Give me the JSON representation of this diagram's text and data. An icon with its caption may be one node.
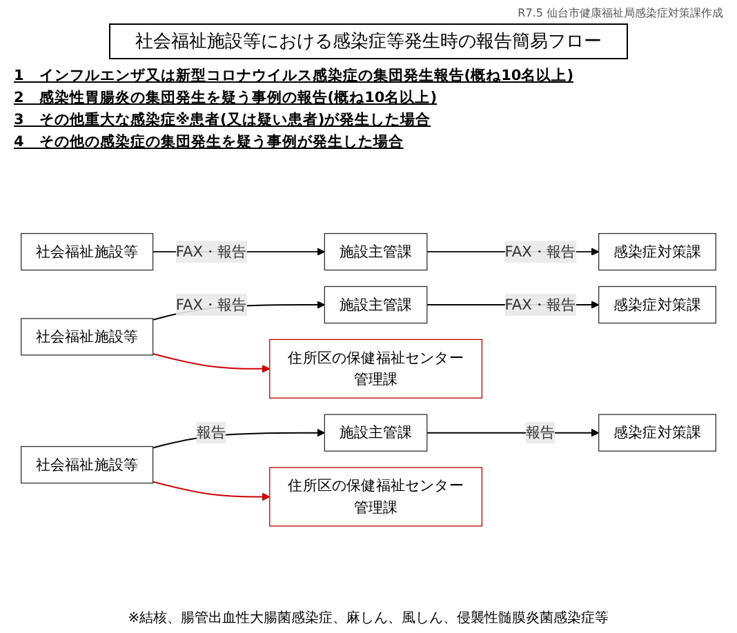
{
  "diagram": {
    "title": "社会福祉施設等における感染症等発生時の報告簡易フロー",
    "nodes": [
      {
        "text": [
          "社会福祉施設等"
        ]
      },
      {
        "text": [
          "施設主管課"
        ]
      },
      {
        "text": [
          "感染症対策課"
        ]
      },
      {
        "text": [
          "社会福祉施設等"
        ]
      },
      {
        "text": [
          "施設主管課"
        ]
      },
      {
        "text": [
          "感染症対策課"
        ]
      },
      {
        "text": [
          "住所区の保健福祉センター管理課"
        ]
      },
      {
        "text": [
          "社会福祉施設等"
        ]
      },
      {
        "text": [
          "施設主管課"
        ]
      },
      {
        "text": [
          "感染症対策課"
        ]
      },
      {
        "text": [
          "住所区の保健福祉センター管理課"
        ]
      }
    ],
    "edges": [
      {
        "from": 0,
        "to": 1,
        "arrow": "to",
        "label": "FAX・報告"
      },
      {
        "from": 1,
        "to": 2,
        "arrow": "to",
        "label": "FAX・報告"
      },
      {
        "from": 3,
        "to": 4,
        "arrow": "to",
        "label": "FAX・報告"
      },
      {
        "from": 4,
        "to": 5,
        "arrow": "to",
        "label": "FAX・報告"
      },
      {
        "from": 3,
        "to": 6,
        "arrow": "to",
        "color": "#cc0000"
      },
      {
        "from": 7,
        "to": 8,
        "arrow": "to",
        "label": "報告"
      },
      {
        "from": 8,
        "to": 9,
        "arrow": "to",
        "label": "報告"
      },
      {
        "from": 7,
        "to": 10,
        "arrow": "to",
        "color": "#cc0000"
      }
    ],
    "labels": [
      "R7.5 仙台市健康福祉局感染症対策課作成",
      "1　インフルエンザ又は新型コロナウイルス感染症の集団発生報告(概ね10名以上)",
      "2　感染性胃腸炎の集団発生を疑う事例の報告(概ね10名以上)",
      "3　その他重大な感染症※患者(又は疑い患者)が発生した場合",
      "4　その他の感染症の集団発生を疑う事例が発生した場合",
      "※結核、腸管出血性大腸菌感染症、麻しん、風しん、侵襲性髄膜炎菌感染症等"
    ]
  }
}
